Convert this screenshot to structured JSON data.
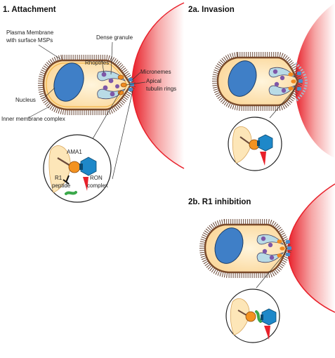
{
  "panels": {
    "attachment": {
      "title": "1. Attachment",
      "labels": {
        "plasma_membrane_1": "Plasma Membrane",
        "plasma_membrane_2": "with surface MSPs",
        "dense_granule": "Dense granule",
        "rhoptries": "Rhoptries",
        "micronemes": "Micronemes",
        "apical_1": "Apical",
        "apical_2": "tubulin rings",
        "nucleus": "Nucleus",
        "inner_membrane": "Inner membrane complex"
      },
      "inset_labels": {
        "ama1": "AMA1",
        "r1": "R1",
        "peptide": "peptide",
        "ron": "RON",
        "complex": "complex"
      }
    },
    "invasion": {
      "title": "2a. Invasion"
    },
    "inhibition": {
      "title": "2b. R1 inhibition"
    }
  },
  "colors": {
    "host_cell": "#e8202a",
    "cytoplasm": "#fde6b8",
    "membrane": "#7a4a2a",
    "nucleus": "#3f7fc7",
    "rhoptry": "#b9dbe6",
    "dense_granule": "#7e57a8",
    "apical_ring": "#f08a1f",
    "microneme": "#4a8cc9",
    "ama1": "#f39220",
    "ron": "#1e88c9",
    "r1_peptide": "#3aa84a"
  }
}
